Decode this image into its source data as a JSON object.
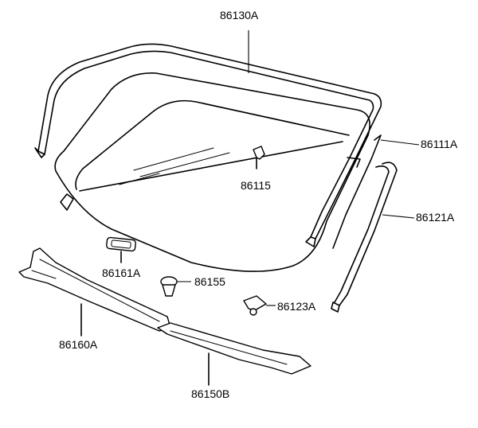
{
  "labels": {
    "p86130A": "86130A",
    "p86111A": "86111A",
    "p86121A": "86121A",
    "p86115": "86115",
    "p86161A": "86161A",
    "p86155": "86155",
    "p86123A": "86123A",
    "p86160A": "86160A",
    "p86150B": "86150B"
  }
}
